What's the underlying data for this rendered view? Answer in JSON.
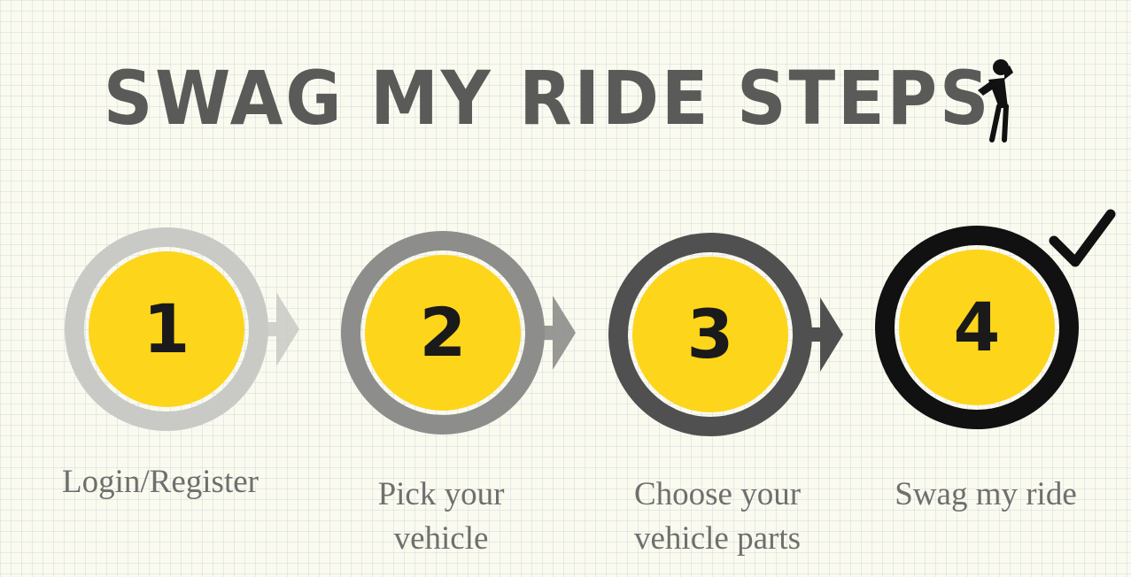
{
  "title": "SWAG MY RIDE STEPS",
  "icons": {
    "title_icon": "person-thinking-icon",
    "done_icon": "checkmark-icon"
  },
  "colors": {
    "background": "#fbfaef",
    "title": "#5a5a58",
    "circle_fill": "#fdd51b",
    "number": "#1a1a1a",
    "label": "#6f6f6d",
    "ring_step_1": "#c9c9c6",
    "ring_step_2": "#8d8d8b",
    "ring_step_3": "#505050",
    "ring_step_4": "#111111"
  },
  "steps": [
    {
      "number": "1",
      "label": "Login/Register"
    },
    {
      "number": "2",
      "label": "Pick your vehicle"
    },
    {
      "number": "3",
      "label": "Choose your vehicle parts"
    },
    {
      "number": "4",
      "label": "Swag my ride"
    }
  ]
}
